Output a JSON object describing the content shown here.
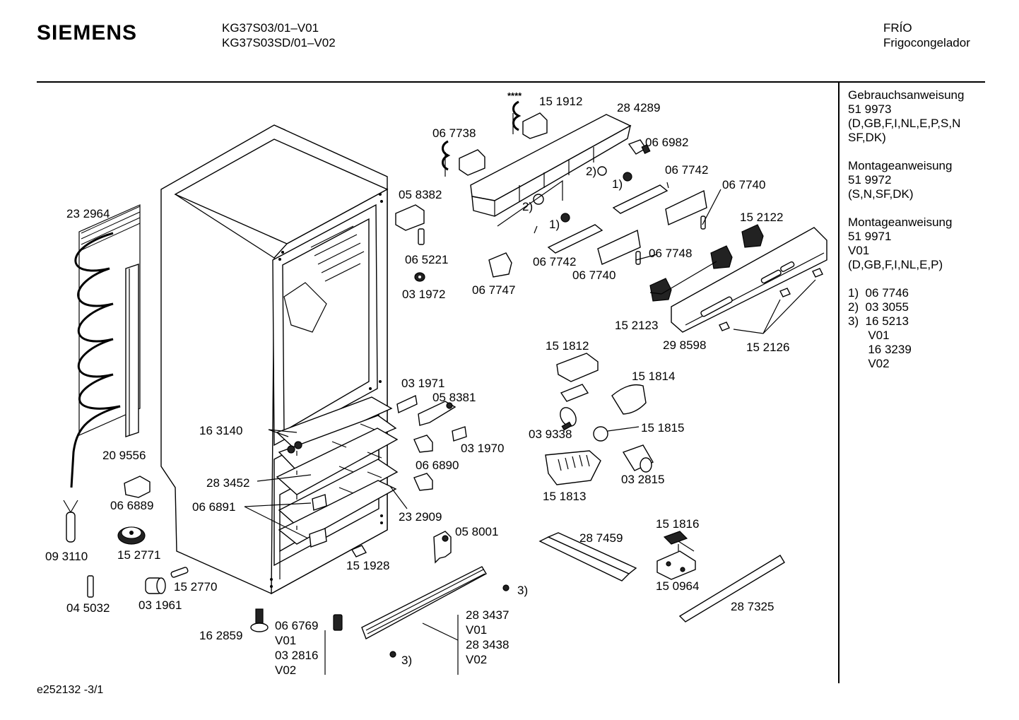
{
  "header": {
    "brand": "SIEMENS",
    "model_1": "KG37S03/01–V01",
    "model_2": "KG37S03SD/01–V02",
    "category_1": "FRÍO",
    "category_2": "Frigocongelador"
  },
  "sidebar": {
    "lines": [
      "Gebrauchsanweisung",
      "51 9973",
      "(D,GB,F,I,NL,E,P,S,N",
      "SF,DK)",
      "",
      "Montageanweisung",
      "51 9972",
      "(S,N,SF,DK)",
      "",
      "Montageanweisung",
      "51 9971",
      "V01",
      "(D,GB,F,I,NL,E,P)",
      "",
      "1)  06 7746",
      "2)  03 3055",
      "3)  16 5213",
      "      V01",
      "      16 3239",
      "      V02"
    ]
  },
  "footer": {
    "ref": "e252132   -3/1"
  },
  "parts": {
    "p_232964": "23 2964",
    "p_209556": "20 9556",
    "p_066889": "06 6889",
    "p_093110": "09 3110",
    "p_152771": "15 2771",
    "p_152770": "15 2770",
    "p_045032": "04 5032",
    "p_031961": "03 1961",
    "p_162859": "16 2859",
    "p_066769": "06 6769",
    "p_v01a": "V01",
    "p_032816": "03 2816",
    "p_v02a": "V02",
    "p_163140": "16 3140",
    "p_283452": "28 3452",
    "p_066891": "06 6891",
    "p_151928": "15 1928",
    "p_232909": "23 2909",
    "p_058001": "05 8001",
    "p_283437": "28 3437",
    "p_v01b": "V01",
    "p_283438": "28 3438",
    "p_v02b": "V02",
    "p_3a": "3)",
    "p_3b": "3)",
    "p_031971": "03 1971",
    "p_058381": "05 8381",
    "p_031970": "03 1970",
    "p_066890": "06 6890",
    "p_058382": "05 8382",
    "p_065221": "06 5221",
    "p_031972": "03 1972",
    "p_067738": "06 7738",
    "stars": "****",
    "p_151912": "15 1912",
    "p_284289": "28 4289",
    "p_066982": "06 6982",
    "p_067742a": "06 7742",
    "p_067740a": "06 7740",
    "p_067742b": "06 7742",
    "p_067740b": "06 7740",
    "p_067748": "06 7748",
    "p_067747": "06 7747",
    "p_152122": "15 2122",
    "p_152123": "15 2123",
    "p_298598": "29 8598",
    "p_152126": "15 2126",
    "n1a": "1)",
    "n1b": "1)",
    "n2a": "2)",
    "n2b": "2)",
    "p_151812": "15 1812",
    "p_151814": "15 1814",
    "p_039338": "03 9338",
    "p_151815": "15 1815",
    "p_032815": "03 2815",
    "p_151813": "15 1813",
    "p_287459": "28 7459",
    "p_151816": "15 1816",
    "p_150964": "15 0964",
    "p_287325": "28 7325"
  }
}
